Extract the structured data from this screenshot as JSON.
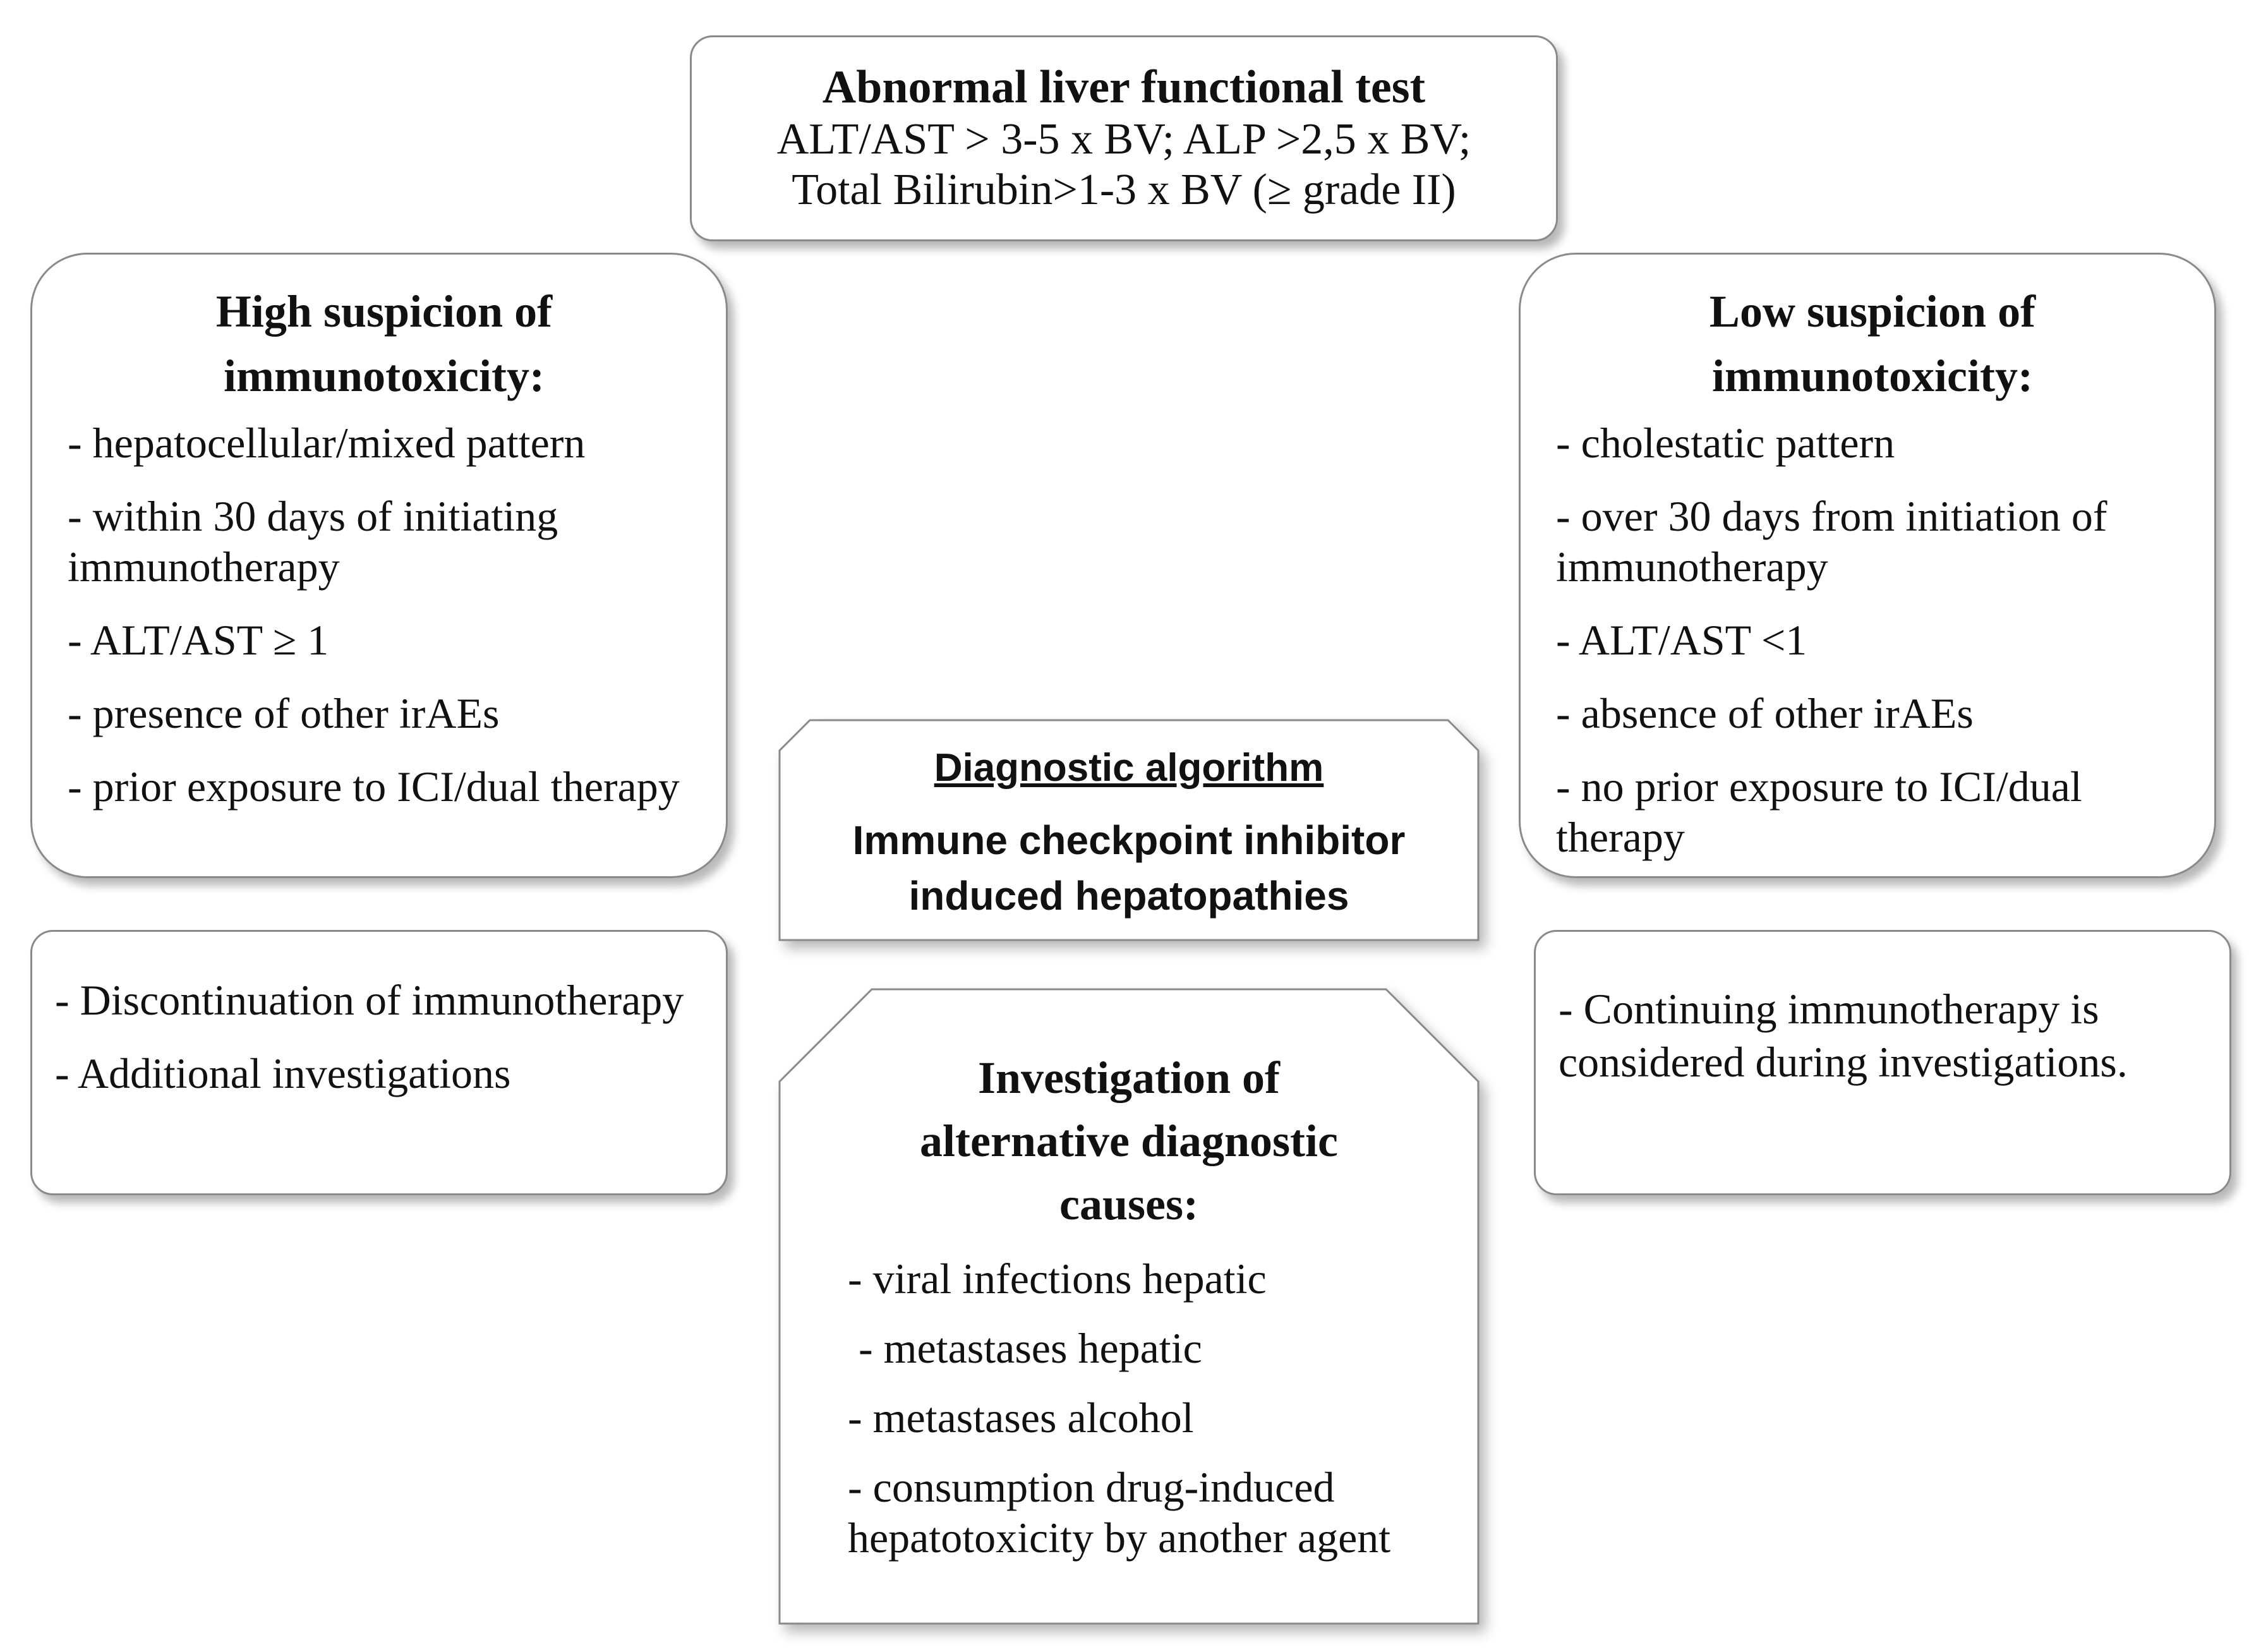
{
  "top": {
    "title": "Abnormal liver functional test",
    "line1": "ALT/AST > 3-5 x BV; ALP >2,5 x BV;",
    "line2": "Total Bilirubin>1-3 x BV (≥ grade II)"
  },
  "high_suspicion": {
    "title_line1": "High suspicion of",
    "title_line2": "immunotoxicity:",
    "items": [
      "- hepatocellular/mixed pattern",
      "- within 30 days of initiating immunotherapy",
      "- ALT/AST ≥ 1",
      "- presence of other irAEs",
      "- prior exposure to ICI/dual therapy"
    ]
  },
  "low_suspicion": {
    "title_line1": "Low suspicion of",
    "title_line2": "immunotoxicity:",
    "items": [
      "- cholestatic pattern",
      "- over 30 days from initiation of immunotherapy",
      "- ALT/AST <1",
      "- absence of other irAEs",
      "- no prior exposure to ICI/dual therapy"
    ]
  },
  "left_action": {
    "items": [
      "- Discontinuation of immunotherapy",
      "- Additional investigations"
    ]
  },
  "right_action": {
    "text": "- Continuing immunotherapy is considered during investigations."
  },
  "algorithm": {
    "heading": "Diagnostic algorithm",
    "line1": "Immune checkpoint inhibitor",
    "line2": "induced hepatopathies"
  },
  "investigation": {
    "title_line1": "Investigation of",
    "title_line2": "alternative diagnostic",
    "title_line3": "causes:",
    "items": [
      "- viral infections hepatic",
      " - metastases hepatic",
      "- metastases alcohol",
      "- consumption drug-induced hepatotoxicity by another agent"
    ]
  }
}
